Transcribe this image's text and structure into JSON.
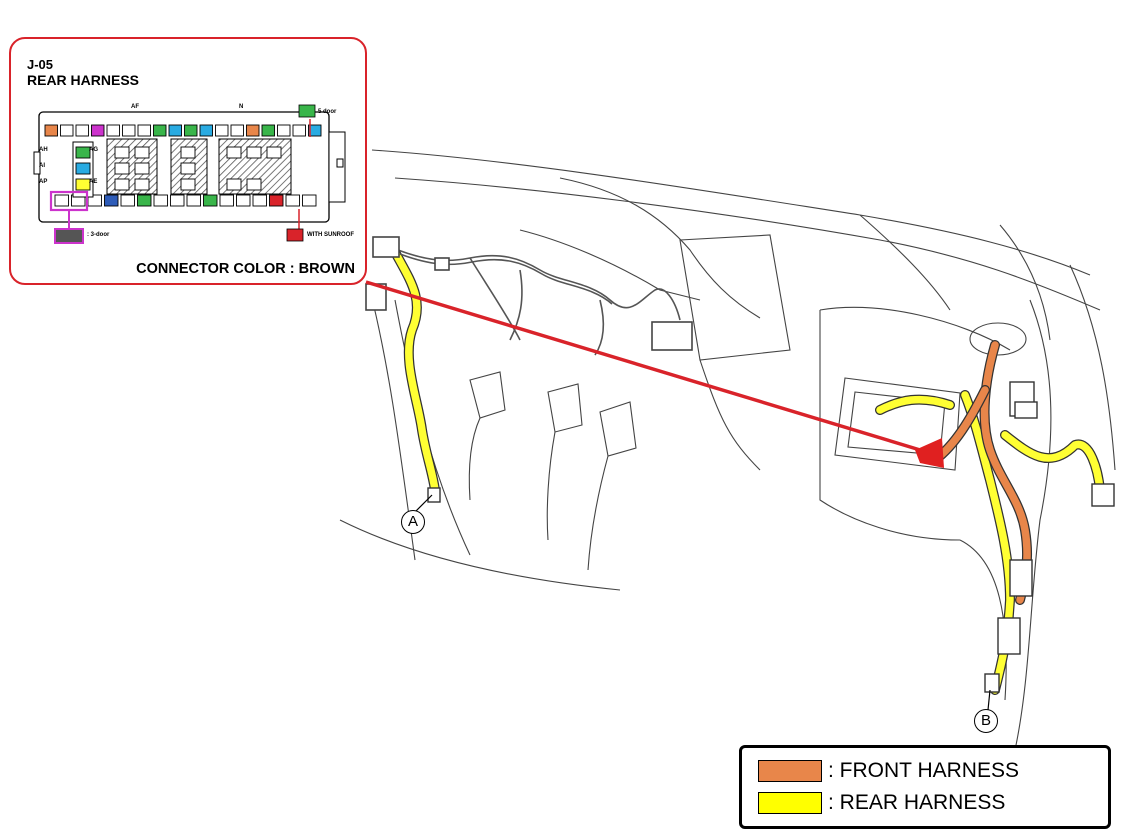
{
  "inset": {
    "connector_code": "J-05",
    "title": "REAR HARNESS",
    "connector_color_text": "CONNECTOR COLOR : BROWN",
    "notes": {
      "b_door": "5 door",
      "three_door": ": 3-door",
      "sunroof": "WITH SUNROOF"
    },
    "pin_labels": {
      "af": "AF",
      "n": "N",
      "ah": "AH",
      "ai": "AI",
      "ap": "AP",
      "ag": "AG",
      "ae": "AE"
    }
  },
  "markers": {
    "a": "A",
    "b": "B"
  },
  "legend": {
    "items": [
      {
        "label": ": FRONT HARNESS",
        "color": "#e8864a"
      },
      {
        "label": ": REAR HARNESS",
        "color": "#ffff00"
      }
    ]
  },
  "colors": {
    "pointer": "#d9232a",
    "inset_border": "#d9232a",
    "highlight": "#cc33cc"
  }
}
